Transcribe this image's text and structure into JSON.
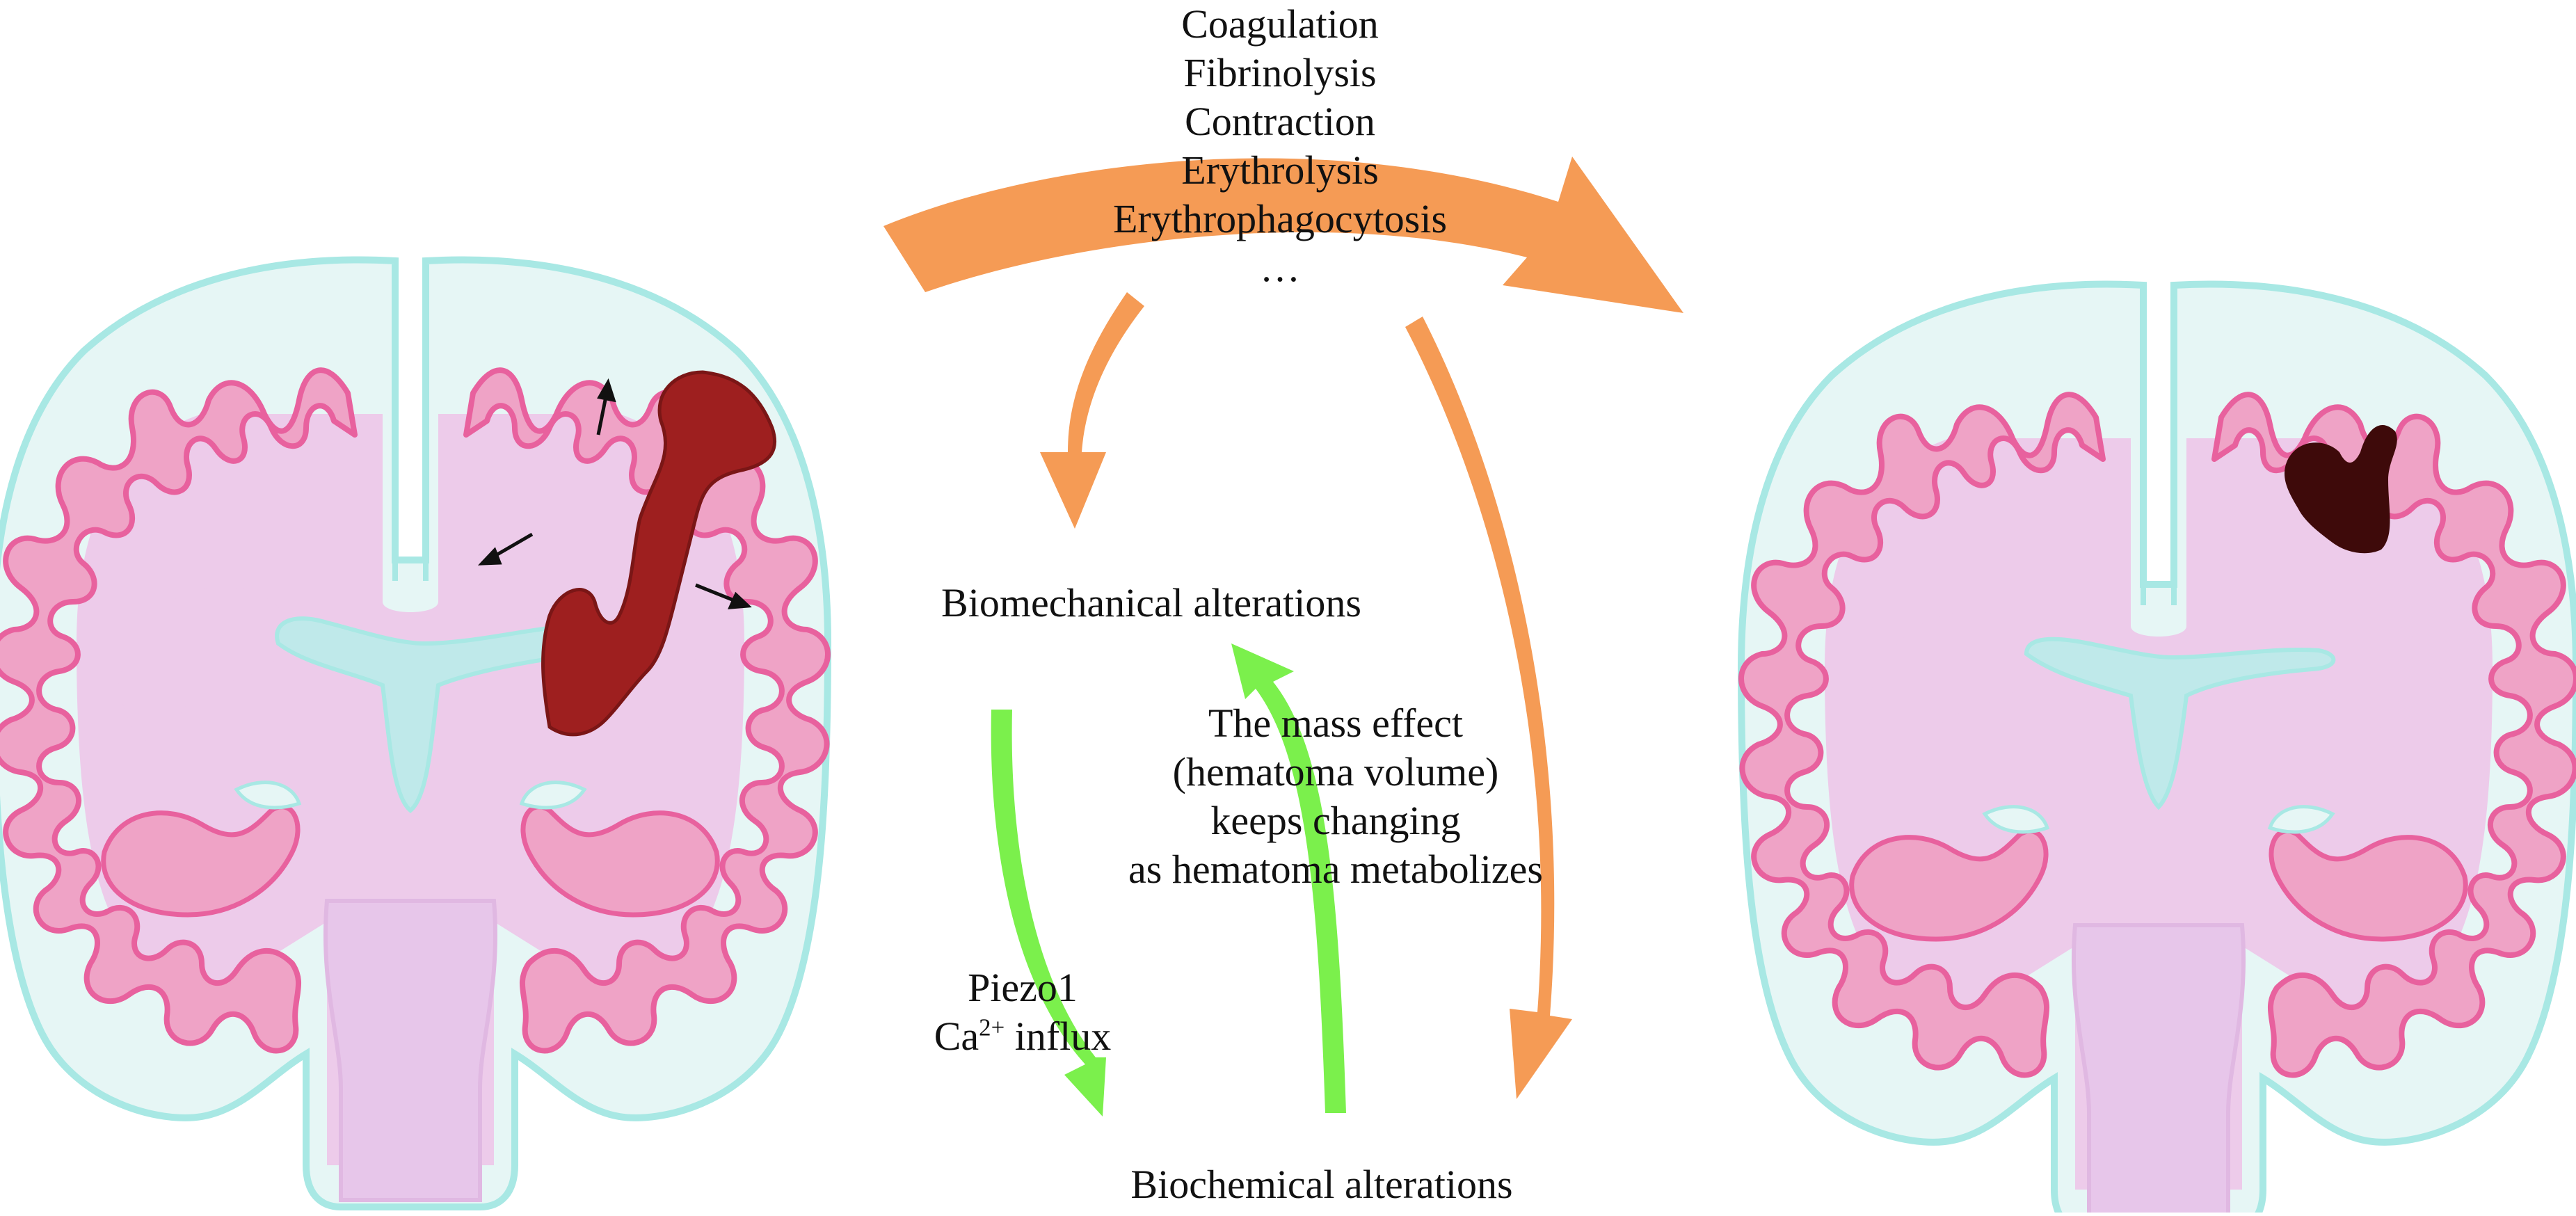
{
  "processes": [
    "Coagulation",
    "Fibrinolysis",
    "Contraction",
    "Erythrolysis",
    "Erythrophagocytosis",
    "…"
  ],
  "labels": {
    "biomechanical": "Biomechanical alterations",
    "biochemical": "Biochemical alterations"
  },
  "mass_effect": [
    "The mass effect",
    "(hematoma volume)",
    "keeps changing",
    "as hematoma metabolizes"
  ],
  "piezo": {
    "line1": "Piezo1",
    "ca_base": "Ca",
    "ca_sup": "2+",
    "ca_rest": " influx"
  },
  "colors": {
    "orange_arrow": "#F59B55",
    "green_arrow": "#7BF04C",
    "skull_fill": "#E6F6F5",
    "skull_outline": "#A8E8E4",
    "white_matter": "#EDCBEA",
    "cortex_fill": "#EFA3C6",
    "cortex_outline": "#E8619E",
    "ventricle": "#BFE9EA",
    "hematoma_acute": "#9E1F1F",
    "hematoma_old": "#3E0A0A"
  }
}
